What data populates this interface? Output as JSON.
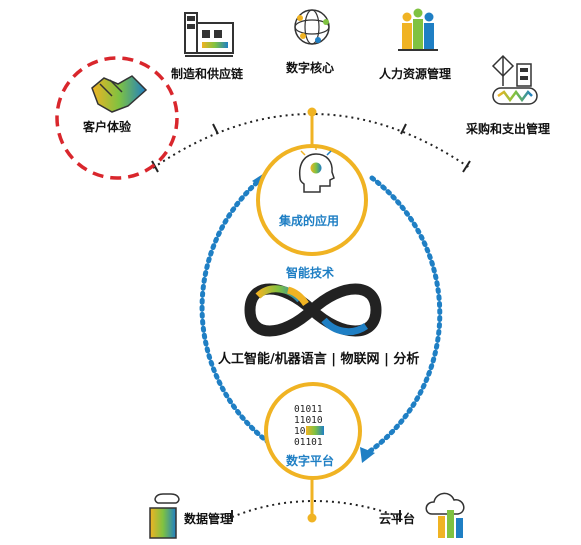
{
  "nodes": {
    "customer_experience": "客户体验",
    "manufacturing_supply_chain": "制造和供应链",
    "digital_core": "数字核心",
    "human_resources": "人力资源管理",
    "procurement_spend": "采购和支出管理",
    "integrated_apps": "集成的应用",
    "digital_platform": "数字平台",
    "data_management": "数据管理",
    "cloud_platform": "云平台"
  },
  "center": {
    "title": "智能技术",
    "technologies": "人工智能/机器语言 | 物联网 | 分析"
  },
  "binary_code": [
    "01011",
    "11010",
    "10",
    "01101"
  ],
  "colors": {
    "gold": "#f0b323",
    "blue": "#1f7fc4",
    "red": "#d9262c",
    "icon_gray": "#4a4a4a",
    "green": "#7fc241"
  }
}
